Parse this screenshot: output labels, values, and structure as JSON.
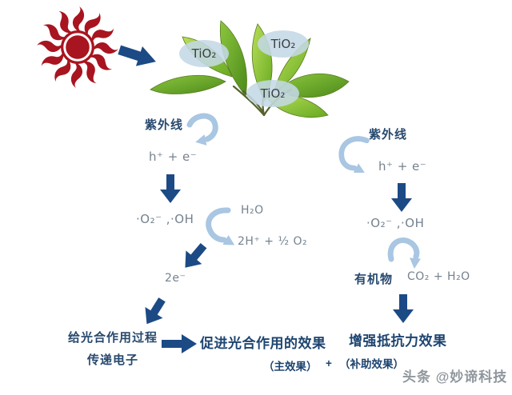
{
  "palette": {
    "sun_red": "#a8141f",
    "arrow_navy": "#1c4a85",
    "label_navy": "#27496e",
    "result_navy": "#1d4470",
    "formula_gray": "#75828e",
    "curve_blue": "#a9c6e2",
    "oval_blue": "#c4d8e5",
    "watermark_gray": "#8f969c"
  },
  "leaf": {
    "tio2": [
      "TiO₂",
      "TiO₂",
      "TiO₂"
    ]
  },
  "left": {
    "uv": "紫外线",
    "charge_pair": "h⁺ + e⁻",
    "radicals": "·O₂⁻ ,·OH",
    "water": "H₂O",
    "water_products": "2H⁺ + ½ O₂",
    "electrons": "2e⁻",
    "process_line1": "给光合作用过程",
    "process_line2": "传递电子",
    "result": "促进光合作用的效果",
    "result_note": "（主效果）"
  },
  "right": {
    "uv": "紫外线",
    "charge_pair": "h⁺ + e⁻",
    "radicals": "·O₂⁻ ,·OH",
    "organics": "有机物",
    "organics_products": "CO₂ + H₂O",
    "result": "增强抵抗力效果",
    "result_note": "（补助效果）"
  },
  "plus_sign": "+",
  "watermark": "头条 @妙谛科技"
}
